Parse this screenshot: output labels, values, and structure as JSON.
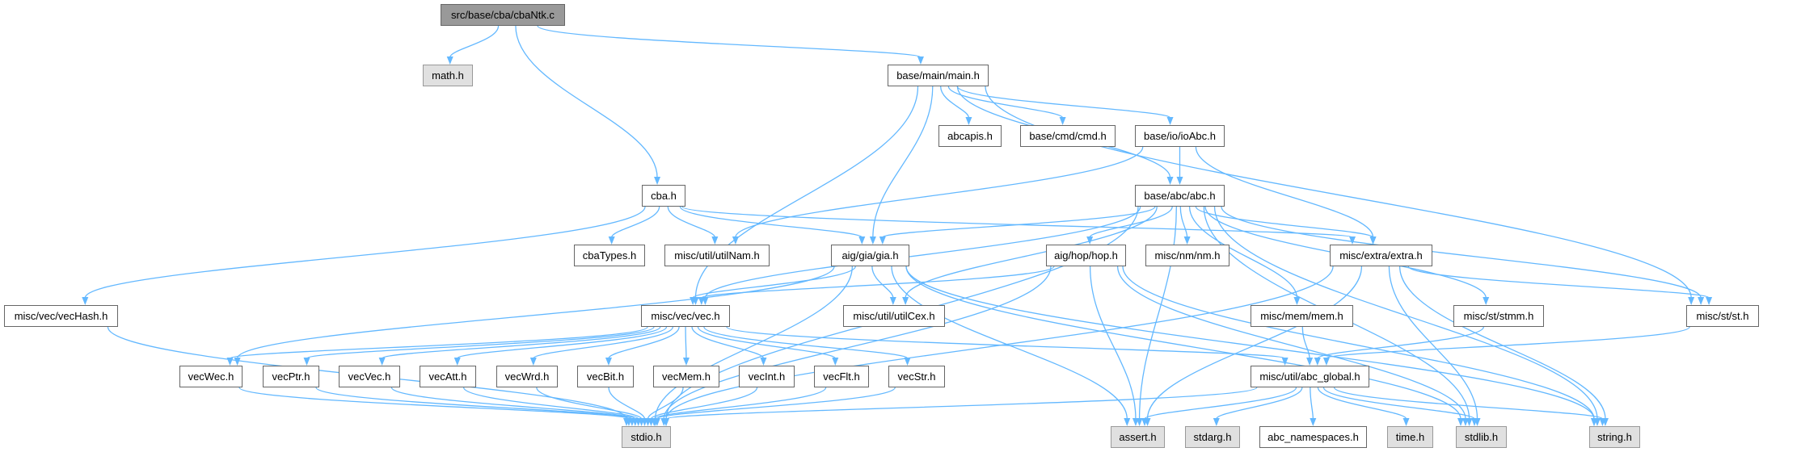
{
  "graph": {
    "title": "src/base/cba/cbaNtk.c",
    "edge_color": "#63b8ff",
    "nodes": [
      {
        "id": "cbaNtk",
        "label": "src/base/cba/cbaNtk.c",
        "kind": "root"
      },
      {
        "id": "math",
        "label": "math.h",
        "kind": "sys"
      },
      {
        "id": "main",
        "label": "base/main/main.h",
        "kind": "file"
      },
      {
        "id": "abcapis",
        "label": "abcapis.h",
        "kind": "file"
      },
      {
        "id": "cmd",
        "label": "base/cmd/cmd.h",
        "kind": "file"
      },
      {
        "id": "ioAbc",
        "label": "base/io/ioAbc.h",
        "kind": "file"
      },
      {
        "id": "cba",
        "label": "cba.h",
        "kind": "file"
      },
      {
        "id": "abc",
        "label": "base/abc/abc.h",
        "kind": "file"
      },
      {
        "id": "cbaTypes",
        "label": "cbaTypes.h",
        "kind": "file"
      },
      {
        "id": "utilNam",
        "label": "misc/util/utilNam.h",
        "kind": "file"
      },
      {
        "id": "gia",
        "label": "aig/gia/gia.h",
        "kind": "file"
      },
      {
        "id": "hop",
        "label": "aig/hop/hop.h",
        "kind": "file"
      },
      {
        "id": "nm",
        "label": "misc/nm/nm.h",
        "kind": "file"
      },
      {
        "id": "extra",
        "label": "misc/extra/extra.h",
        "kind": "file"
      },
      {
        "id": "vecHash",
        "label": "misc/vec/vecHash.h",
        "kind": "file"
      },
      {
        "id": "vec",
        "label": "misc/vec/vec.h",
        "kind": "file"
      },
      {
        "id": "utilCex",
        "label": "misc/util/utilCex.h",
        "kind": "file"
      },
      {
        "id": "mem",
        "label": "misc/mem/mem.h",
        "kind": "file"
      },
      {
        "id": "stmm",
        "label": "misc/st/stmm.h",
        "kind": "file"
      },
      {
        "id": "st",
        "label": "misc/st/st.h",
        "kind": "file"
      },
      {
        "id": "vecWec",
        "label": "vecWec.h",
        "kind": "file"
      },
      {
        "id": "vecPtr",
        "label": "vecPtr.h",
        "kind": "file"
      },
      {
        "id": "vecVec",
        "label": "vecVec.h",
        "kind": "file"
      },
      {
        "id": "vecAtt",
        "label": "vecAtt.h",
        "kind": "file"
      },
      {
        "id": "vecWrd",
        "label": "vecWrd.h",
        "kind": "file"
      },
      {
        "id": "vecBit",
        "label": "vecBit.h",
        "kind": "file"
      },
      {
        "id": "vecMem",
        "label": "vecMem.h",
        "kind": "file"
      },
      {
        "id": "vecInt",
        "label": "vecInt.h",
        "kind": "file"
      },
      {
        "id": "vecFlt",
        "label": "vecFlt.h",
        "kind": "file"
      },
      {
        "id": "vecStr",
        "label": "vecStr.h",
        "kind": "file"
      },
      {
        "id": "abc_global",
        "label": "misc/util/abc_global.h",
        "kind": "file"
      },
      {
        "id": "stdio",
        "label": "stdio.h",
        "kind": "sys"
      },
      {
        "id": "assert",
        "label": "assert.h",
        "kind": "sys"
      },
      {
        "id": "stdarg",
        "label": "stdarg.h",
        "kind": "sys"
      },
      {
        "id": "abc_namespaces",
        "label": "abc_namespaces.h",
        "kind": "file"
      },
      {
        "id": "time",
        "label": "time.h",
        "kind": "sys"
      },
      {
        "id": "stdlib",
        "label": "stdlib.h",
        "kind": "sys"
      },
      {
        "id": "string",
        "label": "string.h",
        "kind": "sys"
      }
    ],
    "edges": [
      [
        "cbaNtk",
        "math"
      ],
      [
        "cbaNtk",
        "cba"
      ],
      [
        "cbaNtk",
        "main"
      ],
      [
        "main",
        "vec"
      ],
      [
        "main",
        "gia"
      ],
      [
        "main",
        "abc"
      ],
      [
        "main",
        "abcapis"
      ],
      [
        "main",
        "cmd"
      ],
      [
        "main",
        "ioAbc"
      ],
      [
        "main",
        "st"
      ],
      [
        "ioAbc",
        "abc"
      ],
      [
        "ioAbc",
        "utilNam"
      ],
      [
        "ioAbc",
        "extra"
      ],
      [
        "cba",
        "vecHash"
      ],
      [
        "cba",
        "cbaTypes"
      ],
      [
        "cba",
        "utilNam"
      ],
      [
        "cba",
        "gia"
      ],
      [
        "cba",
        "extra"
      ],
      [
        "abc",
        "vec"
      ],
      [
        "abc",
        "gia"
      ],
      [
        "abc",
        "utilCex"
      ],
      [
        "abc",
        "hop"
      ],
      [
        "abc",
        "nm"
      ],
      [
        "abc",
        "extra"
      ],
      [
        "abc",
        "mem"
      ],
      [
        "abc",
        "stmm"
      ],
      [
        "abc",
        "st"
      ],
      [
        "abc",
        "stdio"
      ],
      [
        "abc",
        "assert"
      ],
      [
        "abc",
        "stdlib"
      ],
      [
        "abc",
        "string"
      ],
      [
        "gia",
        "vec"
      ],
      [
        "gia",
        "utilCex"
      ],
      [
        "gia",
        "vecWec"
      ],
      [
        "gia",
        "stdio"
      ],
      [
        "gia",
        "assert"
      ],
      [
        "gia",
        "stdlib"
      ],
      [
        "gia",
        "string"
      ],
      [
        "hop",
        "vec"
      ],
      [
        "hop",
        "stdio"
      ],
      [
        "hop",
        "assert"
      ],
      [
        "hop",
        "stdlib"
      ],
      [
        "hop",
        "string"
      ],
      [
        "extra",
        "st"
      ],
      [
        "extra",
        "stdio"
      ],
      [
        "extra",
        "assert"
      ],
      [
        "extra",
        "stdlib"
      ],
      [
        "extra",
        "string"
      ],
      [
        "vecHash",
        "stdio"
      ],
      [
        "vec",
        "vecWec"
      ],
      [
        "vec",
        "vecPtr"
      ],
      [
        "vec",
        "vecVec"
      ],
      [
        "vec",
        "vecAtt"
      ],
      [
        "vec",
        "vecWrd"
      ],
      [
        "vec",
        "vecBit"
      ],
      [
        "vec",
        "vecMem"
      ],
      [
        "vec",
        "vecInt"
      ],
      [
        "vec",
        "vecFlt"
      ],
      [
        "vec",
        "vecStr"
      ],
      [
        "vec",
        "abc_global"
      ],
      [
        "vecWec",
        "stdio"
      ],
      [
        "vecPtr",
        "stdio"
      ],
      [
        "vecVec",
        "stdio"
      ],
      [
        "vecAtt",
        "stdio"
      ],
      [
        "vecWrd",
        "stdio"
      ],
      [
        "vecBit",
        "stdio"
      ],
      [
        "vecMem",
        "stdio"
      ],
      [
        "vecInt",
        "stdio"
      ],
      [
        "vecFlt",
        "stdio"
      ],
      [
        "vecStr",
        "stdio"
      ],
      [
        "mem",
        "abc_global"
      ],
      [
        "stmm",
        "abc_global"
      ],
      [
        "st",
        "abc_global"
      ],
      [
        "abc_global",
        "stdio"
      ],
      [
        "abc_global",
        "assert"
      ],
      [
        "abc_global",
        "stdarg"
      ],
      [
        "abc_global",
        "abc_namespaces"
      ],
      [
        "abc_global",
        "time"
      ],
      [
        "abc_global",
        "stdlib"
      ],
      [
        "abc_global",
        "string"
      ]
    ]
  }
}
